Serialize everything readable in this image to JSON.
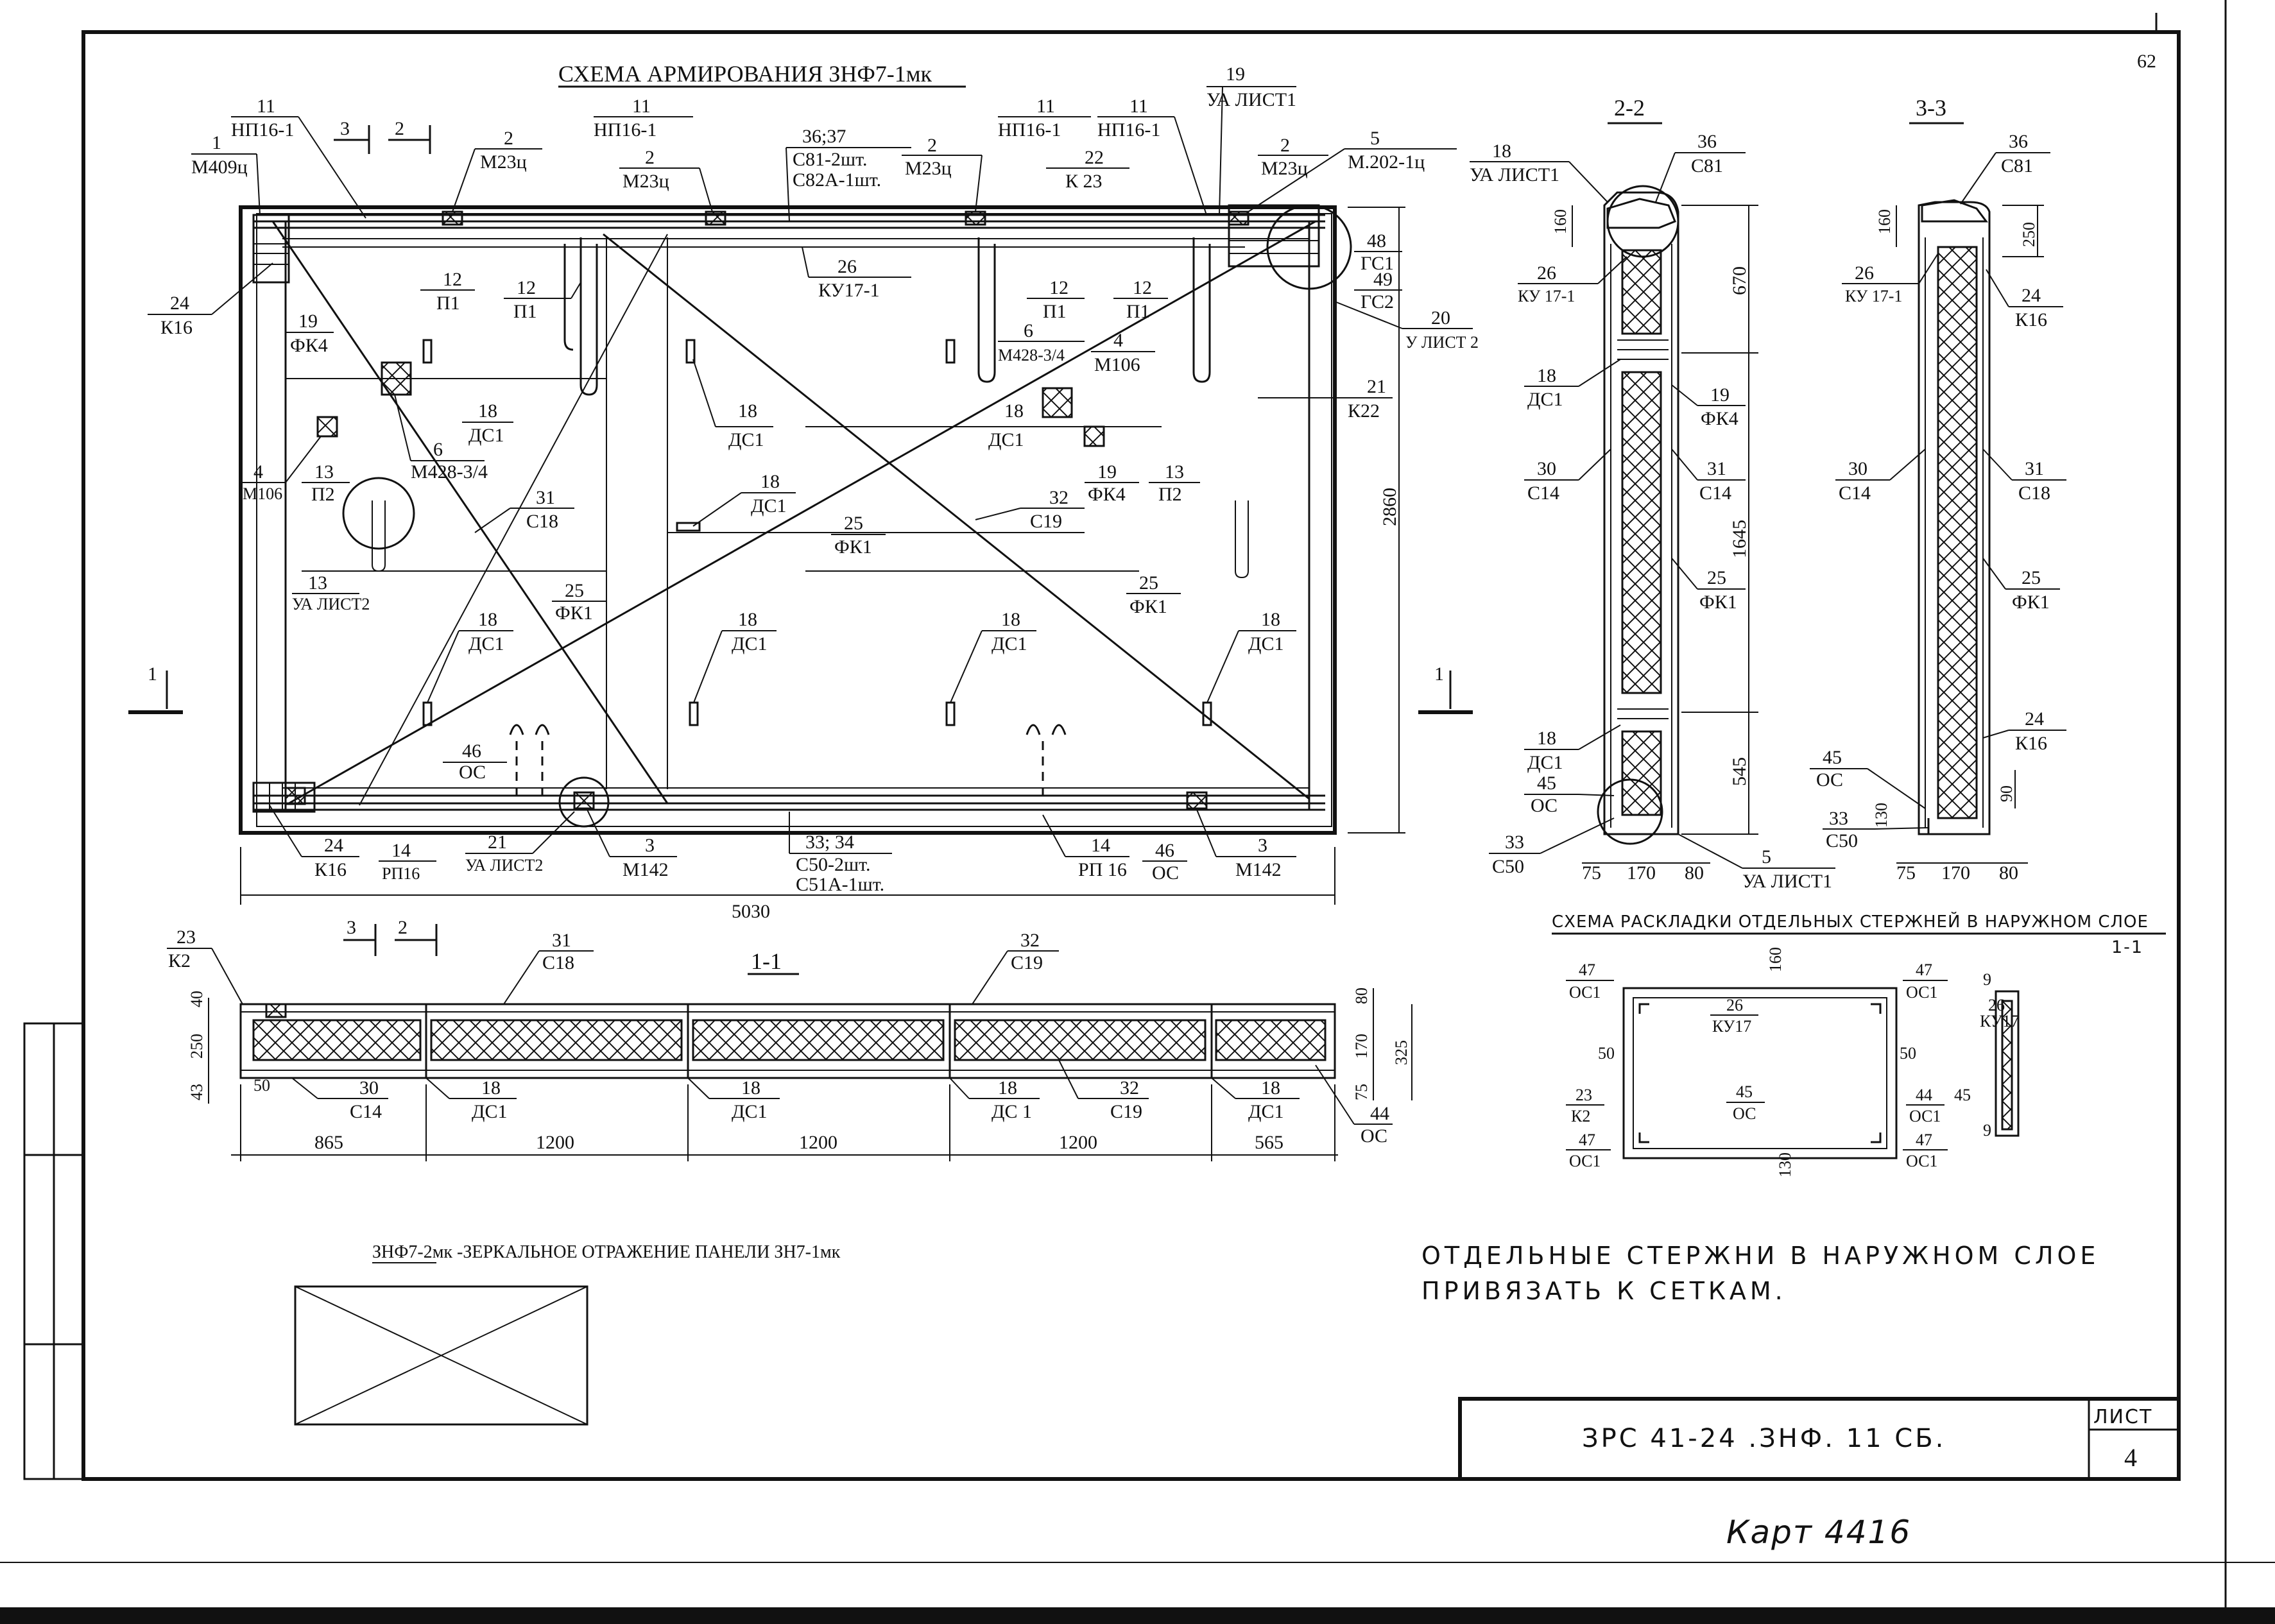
{
  "sheet_corner_number": "62",
  "main_view": {
    "title": "СХЕМА АРМИРОВАНИЯ ЗНФ7-1мк",
    "width_dim": "5030",
    "height_dim": "2860",
    "section_marks": {
      "s3": "3",
      "s2": "2",
      "s1": "1"
    },
    "callouts": [
      {
        "num": "1",
        "name": "М409ц"
      },
      {
        "num": "11",
        "name": "НП16-1"
      },
      {
        "num": "2",
        "name": "М23ц"
      },
      {
        "num": "11",
        "name": "НП16-1"
      },
      {
        "num": "2",
        "name": "М23ц"
      },
      {
        "num": "36;37",
        "name": "С81-2шт.",
        "name2": "С82А-1шт."
      },
      {
        "num": "2",
        "name": "М23ц"
      },
      {
        "num": "11",
        "name": "НП16-1"
      },
      {
        "num": "11",
        "name": "НП16-1"
      },
      {
        "num": "22",
        "name": "К 23"
      },
      {
        "num": "19",
        "name": "УА ЛИСТ1"
      },
      {
        "num": "2",
        "name": "М23ц"
      },
      {
        "num": "5",
        "name": "М.202-1ц"
      },
      {
        "num": "24",
        "name": "К16"
      },
      {
        "num": "12",
        "name": "П1"
      },
      {
        "num": "12",
        "name": "П1"
      },
      {
        "num": "26",
        "name": "КУ17-1"
      },
      {
        "num": "12",
        "name": "П1"
      },
      {
        "num": "12",
        "name": "П1"
      },
      {
        "num": "48",
        "name": "ГС1"
      },
      {
        "num": "49",
        "name": "ГС2"
      },
      {
        "num": "20",
        "name": "У ЛИСТ 2"
      },
      {
        "num": "19",
        "name": "ФК4"
      },
      {
        "num": "6",
        "name": "М428-3/4"
      },
      {
        "num": "4",
        "name": "М106"
      },
      {
        "num": "21",
        "name": "К22"
      },
      {
        "num": "18",
        "name": "ДС1"
      },
      {
        "num": "6",
        "name": "М428-3/4"
      },
      {
        "num": "18",
        "name": "ДС1"
      },
      {
        "num": "18",
        "name": "ДС1"
      },
      {
        "num": "4",
        "name": "М106"
      },
      {
        "num": "13",
        "name": "П2"
      },
      {
        "num": "31",
        "name": "С18"
      },
      {
        "num": "18",
        "name": "ДС1"
      },
      {
        "num": "19",
        "name": "ФК4"
      },
      {
        "num": "13",
        "name": "П2"
      },
      {
        "num": "32",
        "name": "С19"
      },
      {
        "num": "25",
        "name": "ФК1"
      },
      {
        "num": "13",
        "name": "УА ЛИСТ2"
      },
      {
        "num": "25",
        "name": "ФК1"
      },
      {
        "num": "25",
        "name": "ФК1"
      },
      {
        "num": "18",
        "name": "ДС1"
      },
      {
        "num": "18",
        "name": "ДС1"
      },
      {
        "num": "18",
        "name": "ДС1"
      },
      {
        "num": "18",
        "name": "ДС1"
      },
      {
        "num": "46",
        "name": "ОС"
      },
      {
        "num": "24",
        "name": "К16"
      },
      {
        "num": "14",
        "name": "РП16"
      },
      {
        "num": "21",
        "name": "УА ЛИСТ2"
      },
      {
        "num": "3",
        "name": "М142"
      },
      {
        "num": "33; 34",
        "name": "С50-2шт.",
        "name2": "С51А-1шт."
      },
      {
        "num": "14",
        "name": "РП 16"
      },
      {
        "num": "46",
        "name": "ОС"
      },
      {
        "num": "3",
        "name": "М142"
      }
    ]
  },
  "section_1_1": {
    "title": "1-1",
    "dims_bottom": [
      "865",
      "1200",
      "1200",
      "1200",
      "565"
    ],
    "dims_left": [
      "40",
      "250",
      "43"
    ],
    "dims_right": [
      "80",
      "170",
      "75",
      "325"
    ],
    "left_50": "50",
    "callouts": [
      {
        "num": "23",
        "name": "К2"
      },
      {
        "num": "31",
        "name": "С18"
      },
      {
        "num": "32",
        "name": "С19"
      },
      {
        "num": "30",
        "name": "С14"
      },
      {
        "num": "18",
        "name": "ДС1"
      },
      {
        "num": "18",
        "name": "ДС1"
      },
      {
        "num": "18",
        "name": "ДС 1"
      },
      {
        "num": "32",
        "name": "С19"
      },
      {
        "num": "18",
        "name": "ДС1"
      },
      {
        "num": "44",
        "name": "ОС"
      }
    ]
  },
  "section_2_2": {
    "title": "2-2",
    "dims_right": [
      "670",
      "1645",
      "545"
    ],
    "dims_bottom": [
      "75",
      "170",
      "80"
    ],
    "dim_160": "160",
    "callouts": [
      {
        "num": "18",
        "name": "УА ЛИСТ1"
      },
      {
        "num": "36",
        "name": "С81"
      },
      {
        "num": "26",
        "name": "КУ 17-1"
      },
      {
        "num": "18",
        "name": "ДС1"
      },
      {
        "num": "19",
        "name": "ФК4"
      },
      {
        "num": "30",
        "name": "С14"
      },
      {
        "num": "31",
        "name": "С14"
      },
      {
        "num": "25",
        "name": "ФК1"
      },
      {
        "num": "18",
        "name": "ДС1"
      },
      {
        "num": "45",
        "name": "ОС"
      },
      {
        "num": "33",
        "name": "С50"
      },
      {
        "num": "5",
        "name": "УА ЛИСТ1"
      }
    ]
  },
  "section_3_3": {
    "title": "3-3",
    "dims": [
      "160",
      "250",
      "90",
      "130"
    ],
    "dims_bottom": [
      "75",
      "170",
      "80"
    ],
    "callouts": [
      {
        "num": "36",
        "name": "С81"
      },
      {
        "num": "26",
        "name": "КУ 17-1"
      },
      {
        "num": "24",
        "name": "К16"
      },
      {
        "num": "30",
        "name": "С14"
      },
      {
        "num": "31",
        "name": "С18"
      },
      {
        "num": "25",
        "name": "ФК1"
      },
      {
        "num": "24",
        "name": "К16"
      },
      {
        "num": "45",
        "name": "ОС"
      },
      {
        "num": "33",
        "name": "С50"
      }
    ]
  },
  "layout_scheme": {
    "title": "СХЕМА РАСКЛАДКИ ОТДЕЛЬНЫХ СТЕРЖНЕЙ В НАРУЖНОМ СЛОЕ",
    "sub_title": "1-1",
    "dims": {
      "d160": "160",
      "d50a": "50",
      "d50b": "50",
      "d130": "130",
      "d9a": "9",
      "d9b": "9"
    },
    "callouts": [
      {
        "num": "47",
        "name": "ОС1"
      },
      {
        "num": "26",
        "name": "КУ17"
      },
      {
        "num": "47",
        "name": "ОС1"
      },
      {
        "num": "23",
        "name": "К2"
      },
      {
        "num": "45",
        "name": "ОС"
      },
      {
        "num": "44",
        "name": "ОС1"
      },
      {
        "num": "45",
        "name": ""
      },
      {
        "num": "47",
        "name": "ОС1"
      },
      {
        "num": "47",
        "name": "ОС1"
      },
      {
        "num": "26",
        "name": "КУ17"
      }
    ]
  },
  "mirror_note": "ЗНФ7-2мк -ЗЕРКАЛЬНОЕ ОТРАЖЕНИЕ ПАНЕЛИ ЗН7-1мк",
  "handwritten_note_line1": "ОТДЕЛЬНЫЕ СТЕРЖНИ В НАРУЖНОМ СЛОЕ",
  "handwritten_note_line2": "ПРИВЯЗАТЬ К СЕТКАМ.",
  "title_block": {
    "code": "ЗРС 41-24 .ЗНФ. 11 СБ.",
    "sheet_label": "ЛИСТ",
    "sheet_number": "4"
  },
  "archive_note": "Карт 4416"
}
